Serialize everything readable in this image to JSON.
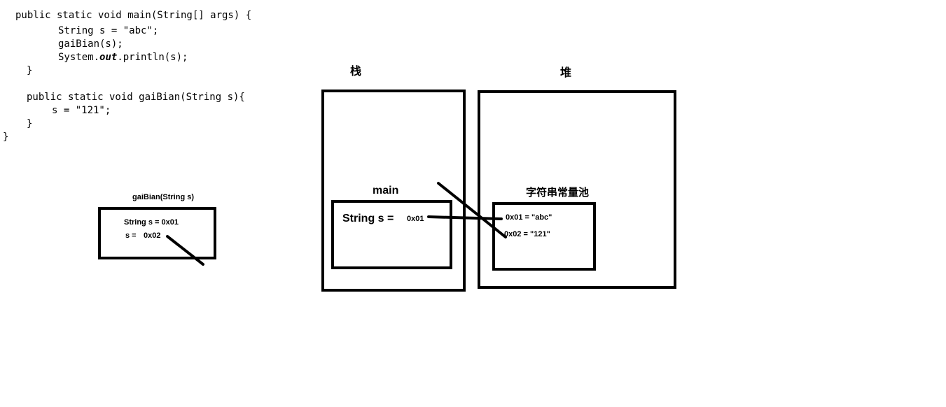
{
  "code": {
    "line1": "public static void main(String[] args) {",
    "line2": "String s = \"abc\";",
    "line3": "gaiBian(s);",
    "line4_prefix": "System.",
    "line4_out": "out",
    "line4_suffix": ".println(s);",
    "line5": "}",
    "line6": "public static void gaiBian(String s){",
    "line7": "s = \"121\";",
    "line8": "}",
    "line9": "}"
  },
  "stack": {
    "title": "栈",
    "frame_label": "main",
    "var_label": "String s =",
    "var_value": "0x01"
  },
  "heap": {
    "title": "堆",
    "pool_label": "字符串常量池",
    "entry1": "0x01 = \"abc\"",
    "entry2": "0x02 = \"121\""
  },
  "method_frame": {
    "title": "gaiBian(String s)",
    "line1": "String s = 0x01",
    "line2_label": "s =",
    "line2_value": "0x02"
  }
}
